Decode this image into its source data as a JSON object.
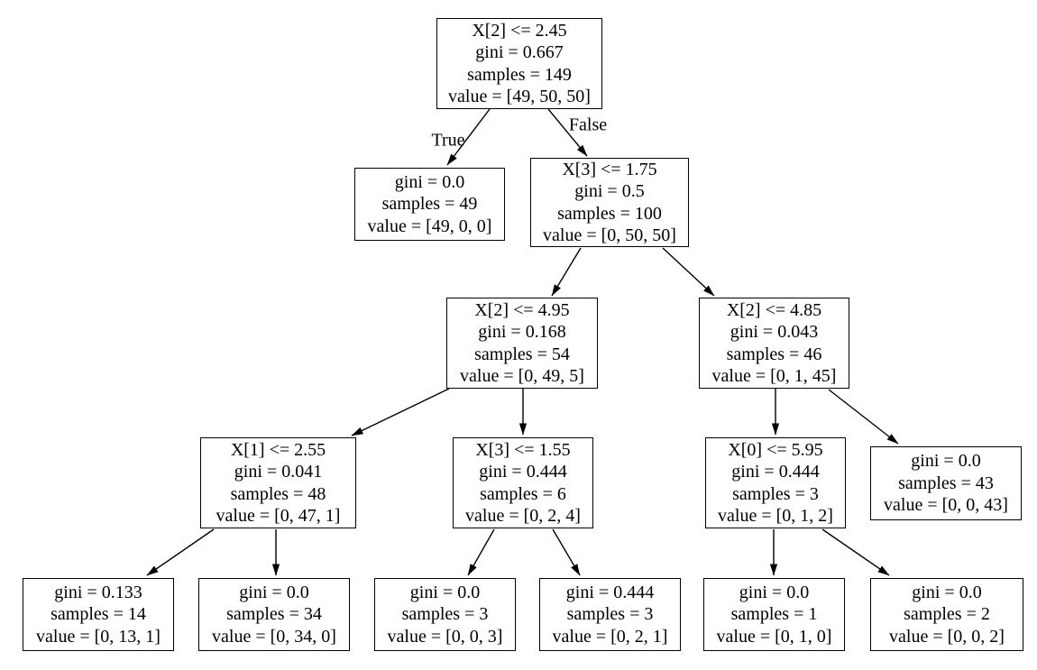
{
  "diagram_type": "decision-tree",
  "colors": {
    "background": "#ffffff",
    "node_fill": "#ffffff",
    "node_border": "#000000",
    "text": "#000000",
    "edge": "#000000"
  },
  "edge_labels": {
    "true": "True",
    "false": "False"
  },
  "tree": {
    "nodes": [
      {
        "id": "n0",
        "lines": [
          "X[2] <= 2.45",
          "gini = 0.667",
          "samples = 149",
          "value = [49, 50, 50]"
        ]
      },
      {
        "id": "n1",
        "lines": [
          "gini = 0.0",
          "samples = 49",
          "value = [49, 0, 0]"
        ]
      },
      {
        "id": "n2",
        "lines": [
          "X[3] <= 1.75",
          "gini = 0.5",
          "samples = 100",
          "value = [0, 50, 50]"
        ]
      },
      {
        "id": "n3",
        "lines": [
          "X[2] <= 4.95",
          "gini = 0.168",
          "samples = 54",
          "value = [0, 49, 5]"
        ]
      },
      {
        "id": "n4",
        "lines": [
          "X[2] <= 4.85",
          "gini = 0.043",
          "samples = 46",
          "value = [0, 1, 45]"
        ]
      },
      {
        "id": "n5",
        "lines": [
          "X[1] <= 2.55",
          "gini = 0.041",
          "samples = 48",
          "value = [0, 47, 1]"
        ]
      },
      {
        "id": "n6",
        "lines": [
          "X[3] <= 1.55",
          "gini = 0.444",
          "samples = 6",
          "value = [0, 2, 4]"
        ]
      },
      {
        "id": "n7",
        "lines": [
          "X[0] <= 5.95",
          "gini = 0.444",
          "samples = 3",
          "value = [0, 1, 2]"
        ]
      },
      {
        "id": "n8",
        "lines": [
          "gini = 0.0",
          "samples = 43",
          "value = [0, 0, 43]"
        ]
      },
      {
        "id": "n9",
        "lines": [
          "gini = 0.133",
          "samples = 14",
          "value = [0, 13, 1]"
        ]
      },
      {
        "id": "n10",
        "lines": [
          "gini = 0.0",
          "samples = 34",
          "value = [0, 34, 0]"
        ]
      },
      {
        "id": "n11",
        "lines": [
          "gini = 0.0",
          "samples = 3",
          "value = [0, 0, 3]"
        ]
      },
      {
        "id": "n12",
        "lines": [
          "gini = 0.444",
          "samples = 3",
          "value = [0, 2, 1]"
        ]
      },
      {
        "id": "n13",
        "lines": [
          "gini = 0.0",
          "samples = 1",
          "value = [0, 1, 0]"
        ]
      },
      {
        "id": "n14",
        "lines": [
          "gini = 0.0",
          "samples = 2",
          "value = [0, 0, 2]"
        ]
      }
    ],
    "edges": [
      {
        "from": "n0",
        "to": "n1",
        "label": "True"
      },
      {
        "from": "n0",
        "to": "n2",
        "label": "False"
      },
      {
        "from": "n2",
        "to": "n3"
      },
      {
        "from": "n2",
        "to": "n4"
      },
      {
        "from": "n3",
        "to": "n5"
      },
      {
        "from": "n3",
        "to": "n6"
      },
      {
        "from": "n4",
        "to": "n7"
      },
      {
        "from": "n4",
        "to": "n8"
      },
      {
        "from": "n5",
        "to": "n9"
      },
      {
        "from": "n5",
        "to": "n10"
      },
      {
        "from": "n6",
        "to": "n11"
      },
      {
        "from": "n6",
        "to": "n12"
      },
      {
        "from": "n7",
        "to": "n13"
      },
      {
        "from": "n7",
        "to": "n14"
      }
    ]
  }
}
